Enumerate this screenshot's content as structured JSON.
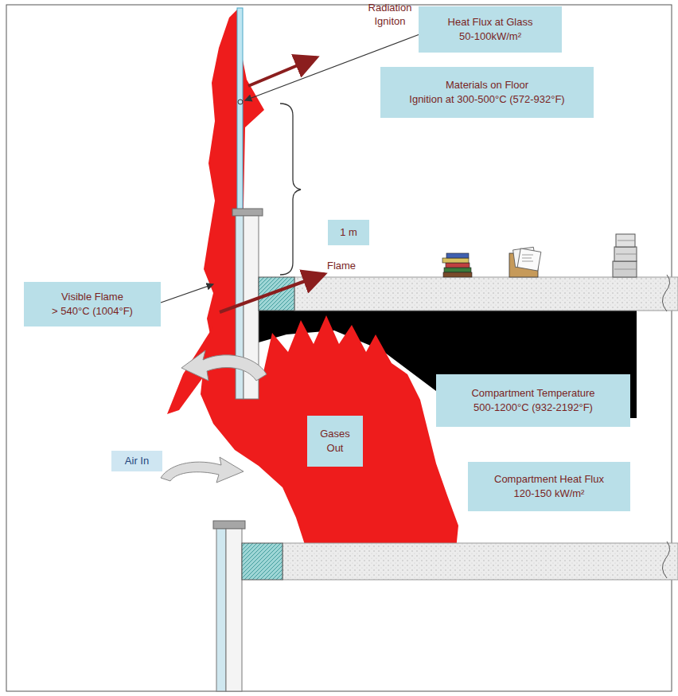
{
  "diagram": {
    "nodes": [
      {
        "text": [
          "Heat Flux at Glass",
          "50-100kW/m²"
        ]
      },
      {
        "text": [
          "Materials on Floor",
          "Ignition at 300-500°C (572-932°F)"
        ]
      },
      {
        "text": [
          "1 m"
        ]
      },
      {
        "text": [
          "Visible Flame",
          "> 540°C (1004°F)"
        ]
      },
      {
        "text": [
          "Compartment Temperature",
          "500-1200°C (932-2192°F)"
        ]
      },
      {
        "text": [
          "Gases Out"
        ]
      },
      {
        "text": [
          "Air In"
        ]
      },
      {
        "text": [
          "Compartment Heat Flux",
          "120-150 kW/m²"
        ]
      }
    ],
    "labels": [
      "Radiation Igniton",
      "Flame"
    ]
  }
}
